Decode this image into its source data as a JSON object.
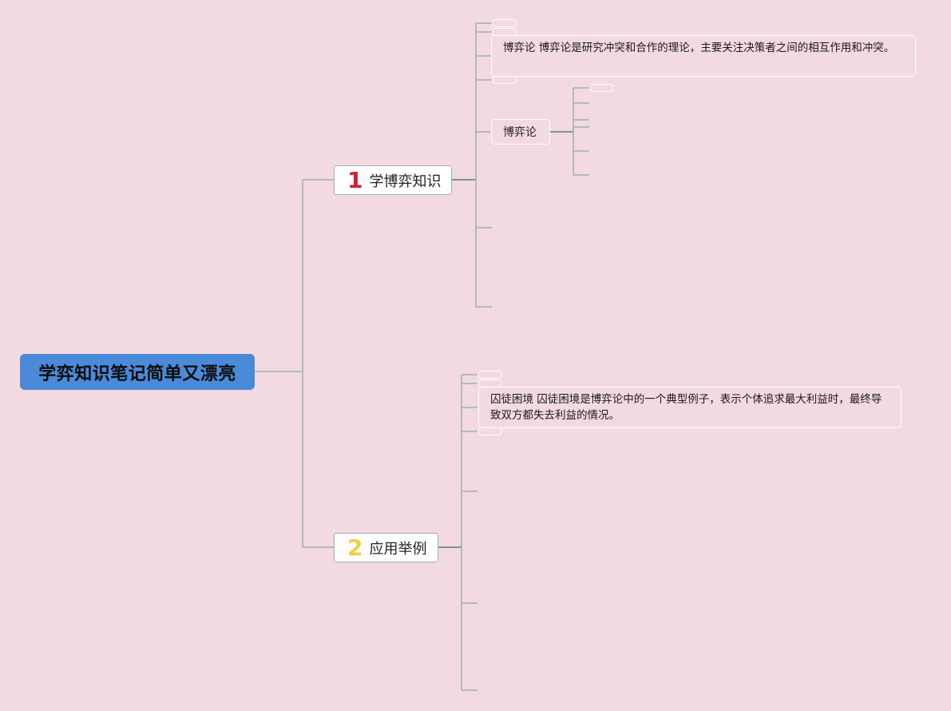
{
  "mindmap": {
    "root": {
      "label": "学弈知识笔记简单又漂亮",
      "color": "#4a8ad8"
    },
    "branches": [
      {
        "number": "1",
        "number_color": "#d3212f",
        "label": "学博弈知识",
        "note": "博弈论 博弈论是研究冲突和合作的理论，主要关注决策者之间的相互作用和冲突。",
        "child_label": "博弈论"
      },
      {
        "number": "2",
        "number_color": "#f2cf3e",
        "label": "应用举例",
        "note": "囚徒困境 囚徒困境是博弈论中的一个典型例子，表示个体追求最大利益时，最终导致双方都失去利益的情况。"
      }
    ]
  },
  "colors": {
    "background": "#f3d9e0",
    "connector": "#9bb3ad",
    "connector_dark": "#4f8478",
    "empty_node_border": "#ffffff"
  }
}
